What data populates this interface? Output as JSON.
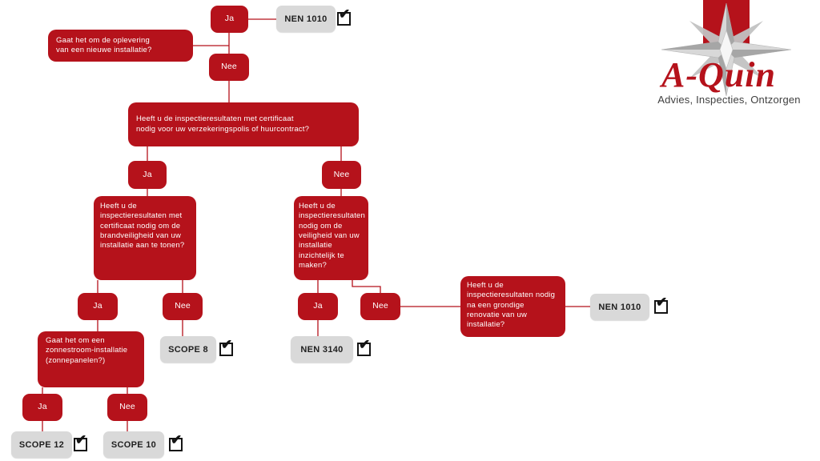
{
  "palette": {
    "red": "#b5121b",
    "gray_box": "#d9d9d9",
    "text_dark": "#1f1f1f",
    "white": "#ffffff"
  },
  "labels": {
    "ja": "Ja",
    "nee": "Nee"
  },
  "questions": {
    "new_installation": "Gaat het om de oplevering van een nieuwe installatie?",
    "insurance": "Heeft u de inspectieresultaten met certificaat nodig voor uw verzekeringspolis of huurcontract?",
    "fire_safety": "Heeft u de inspectieresultaten met certificaat nodig om de brandveiligheid van uw installatie aan te tonen?",
    "safety_insight": "Heeft u de inspectieresultaten nodig om de veiligheid van uw installatie inzichtelijk te maken?",
    "solar": "Gaat het om een zonnestroom-installatie (zonnepanelen?)",
    "renovation": "Heeft u de inspectieresultaten nodig na een grondige renovatie van uw installatie?"
  },
  "results": {
    "nen1010_top": "NEN 1010",
    "scope8": "SCOPE 8",
    "nen3140": "NEN 3140",
    "scope12": "SCOPE 12",
    "scope10": "SCOPE 10",
    "nen1010_right": "NEN 1010"
  },
  "icons": {
    "check": "✔"
  },
  "logo": {
    "brand": "A-Quin",
    "tagline": "Advies, Inspecties, Ontzorgen"
  }
}
